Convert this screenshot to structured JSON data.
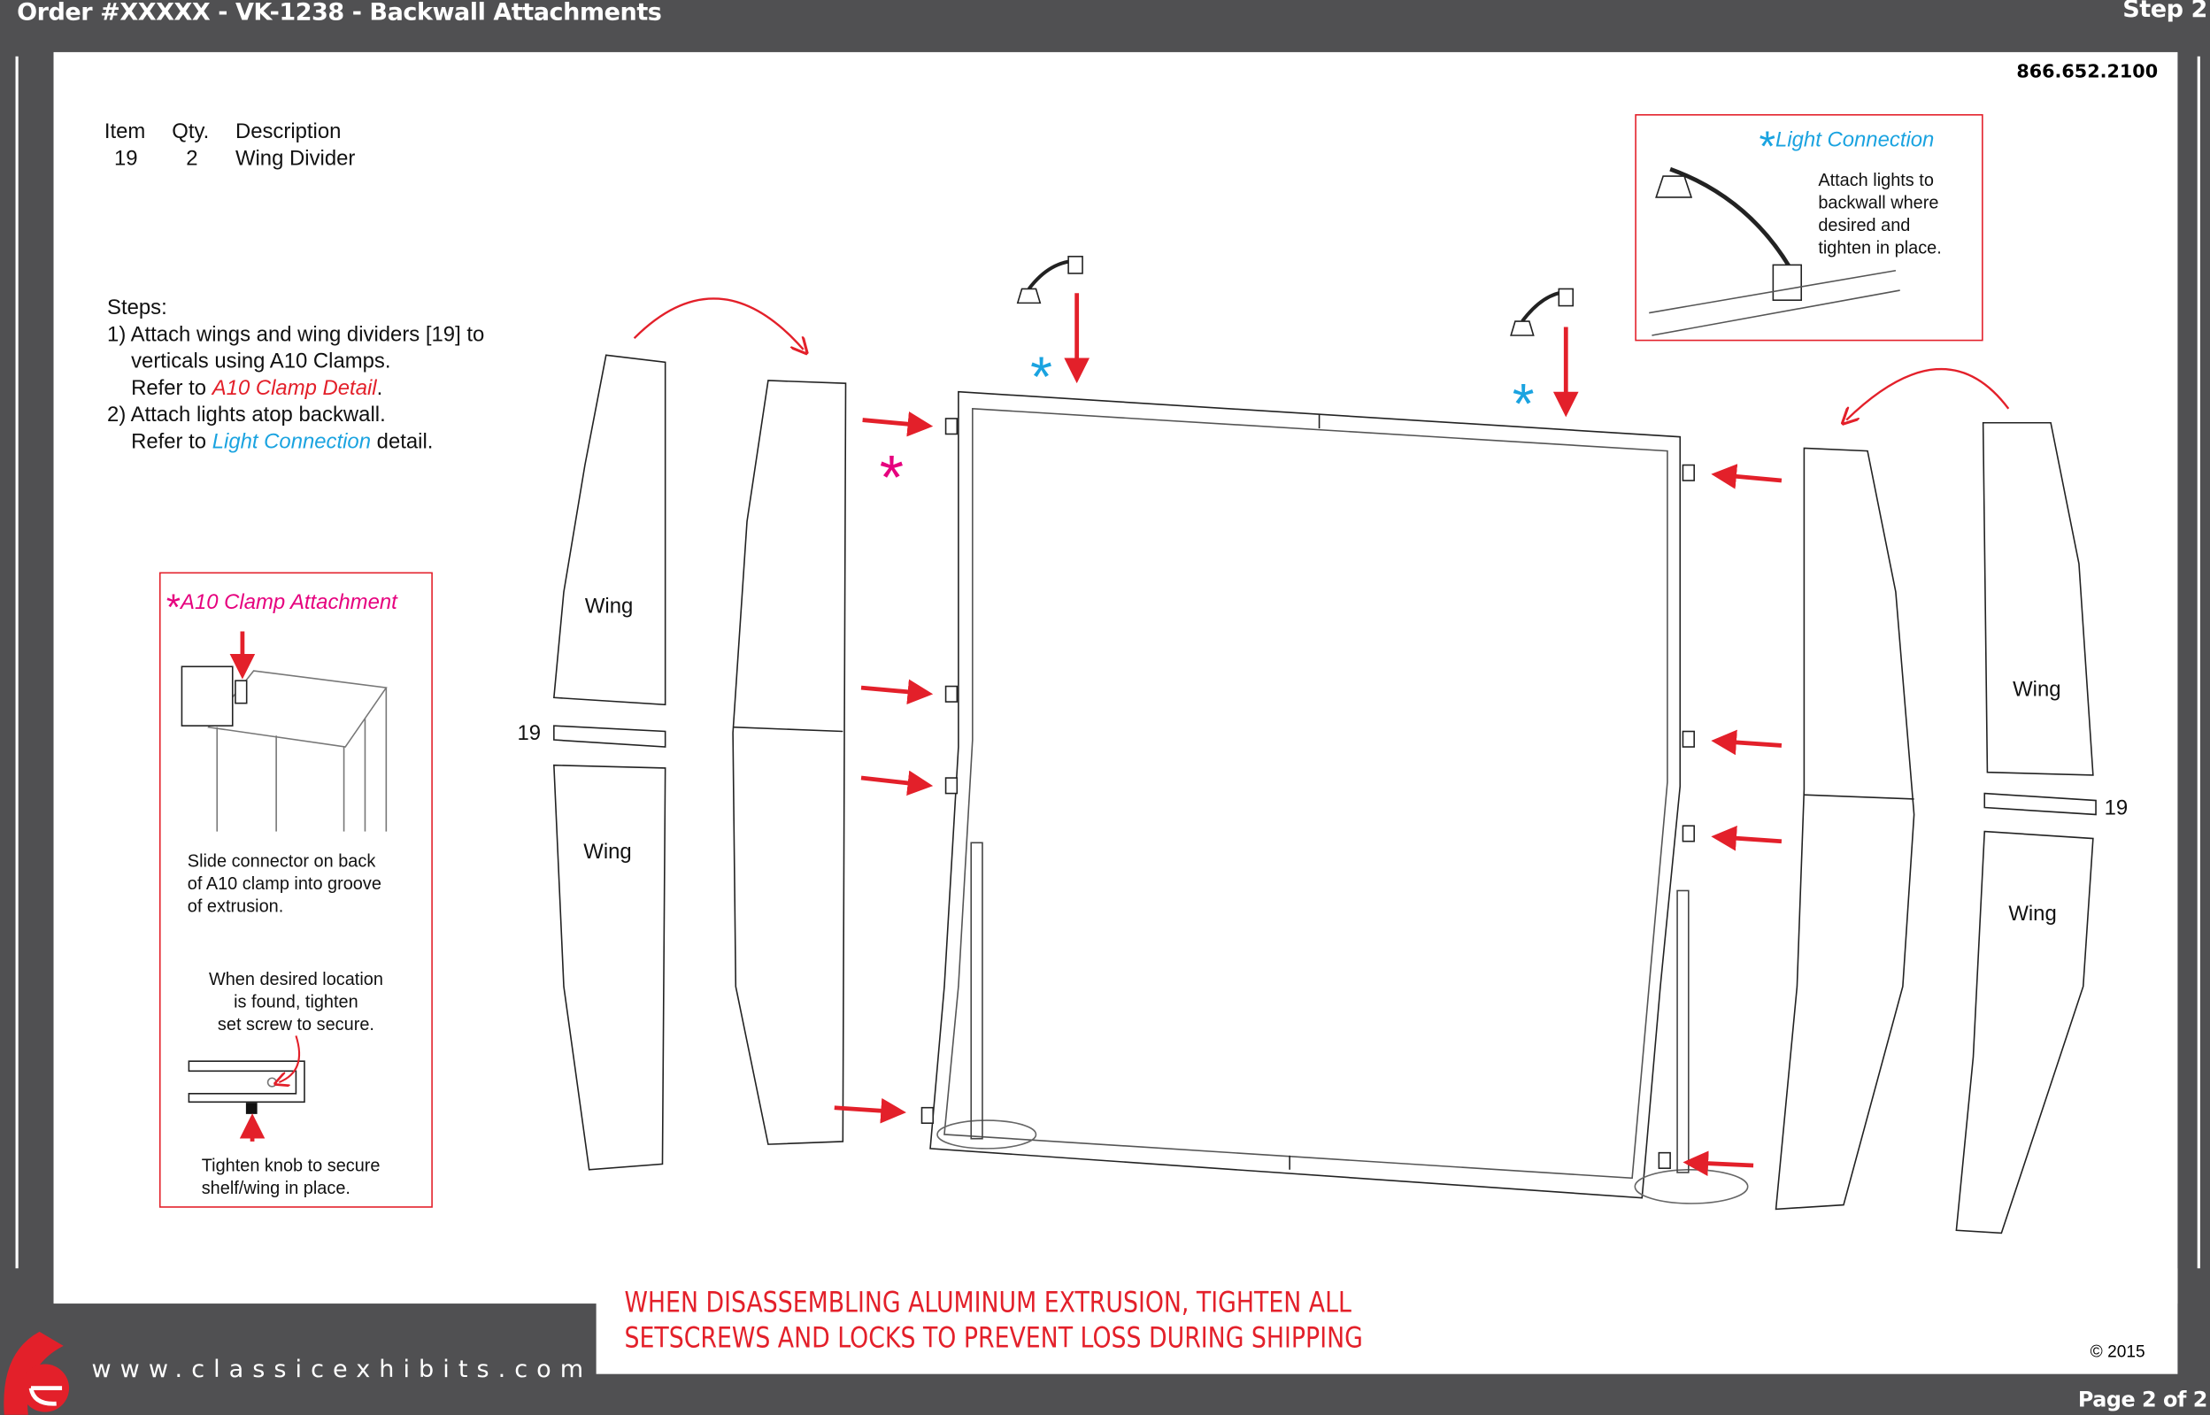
{
  "header": {
    "title": "Order #XXXXX - VK-1238 - Backwall Attachments",
    "step": "Step 2"
  },
  "phone": "866.652.2100",
  "parts_table": {
    "headers": [
      "Item",
      "Qty.",
      "Description"
    ],
    "rows": [
      {
        "item": "19",
        "qty": "2",
        "description": "Wing Divider"
      }
    ]
  },
  "steps": {
    "title": "Steps:",
    "step1_line1": "1) Attach wings and wing dividers [19] to",
    "step1_line2": "verticals using A10 Clamps.",
    "step1_ref_prefix": "Refer to ",
    "step1_ref_link": "A10 Clamp Detail",
    "step1_ref_suffix": ".",
    "step2_line1": "2) Attach lights atop backwall.",
    "step2_ref_prefix": "Refer to ",
    "step2_ref_link": "Light Connection",
    "step2_ref_suffix": " detail."
  },
  "clamp_detail": {
    "title": "A10 Clamp Attachment",
    "text1": [
      "Slide connector on back",
      "of A10 clamp into groove",
      "of extrusion."
    ],
    "text2": [
      "When desired location",
      "is found, tighten",
      "set screw to secure."
    ],
    "text3": [
      "Tighten knob to secure",
      "shelf/wing in place."
    ]
  },
  "light_detail": {
    "title": "Light Connection",
    "text": [
      "Attach lights to",
      "backwall where",
      "desired and",
      "tighten in place."
    ]
  },
  "labels": {
    "wing": "Wing",
    "divider": "19"
  },
  "warning": [
    "WHEN DISASSEMBLING ALUMINUM EXTRUSION, TIGHTEN ALL",
    "SETSCREWS AND LOCKS TO PREVENT LOSS DURING SHIPPING"
  ],
  "copyright": "© 2015",
  "footer": {
    "website": "www.classicexhibits.com",
    "page": "Page 2 of 2",
    "logo_icon": "classic-exhibits-e-logo"
  },
  "colors": {
    "background": "#505052",
    "red": "#e3202a",
    "magenta": "#e6007e",
    "cyan": "#1aa3e0"
  }
}
